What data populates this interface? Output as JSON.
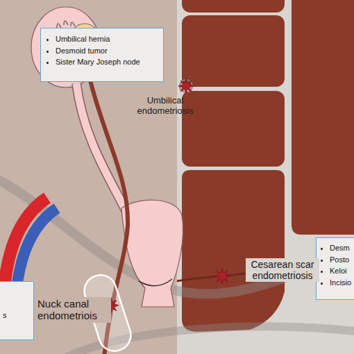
{
  "diagram": {
    "nodes": [
      {
        "text": [
          "Umbilical hernia",
          "Desmoid tumor",
          "Sister Mary Joseph node"
        ]
      },
      {
        "text": [
          "Desm",
          "Posto",
          "Keloi",
          "Incisio"
        ]
      },
      {
        "text": [
          "s"
        ]
      }
    ],
    "labels": [
      "Umbilical endometriosis",
      "Cesarean scar endometriosis",
      "Nuck canal endometriois"
    ]
  }
}
